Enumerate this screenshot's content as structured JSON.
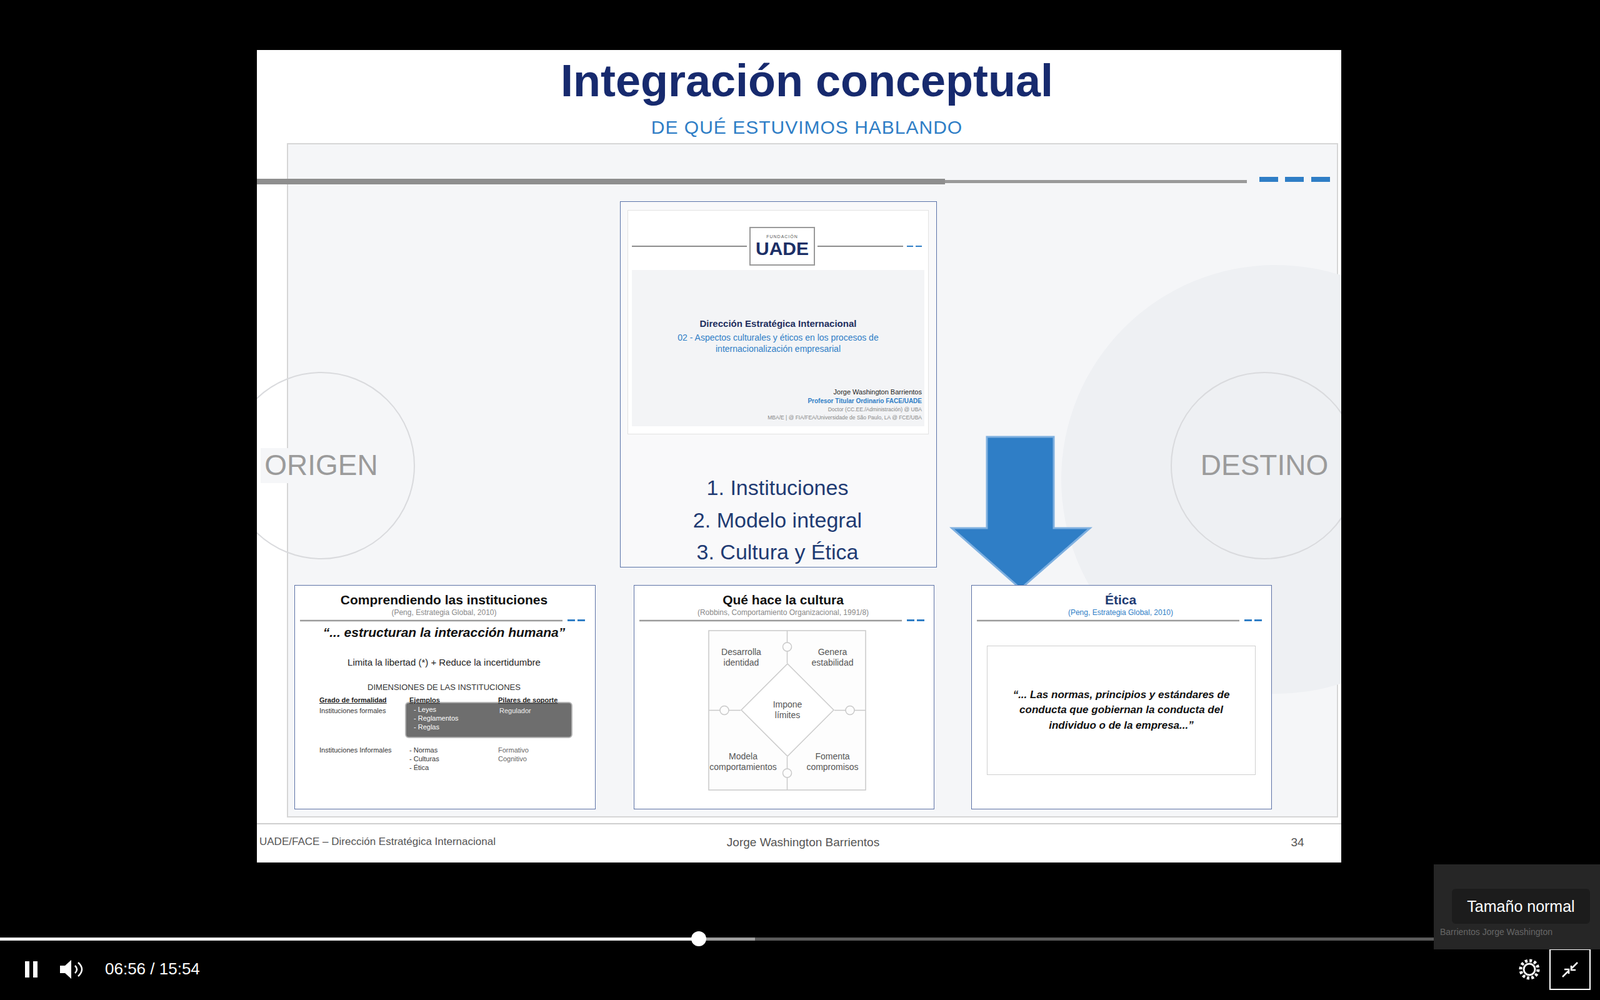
{
  "diagram": {
    "title": "Integración conceptual",
    "nodes": [
      {
        "text": [
          "ORIGEN"
        ]
      },
      {
        "text": [
          "1. Instituciones",
          "2. Modelo integral",
          "3. Cultura y Ética"
        ]
      },
      {
        "text": [
          "Dirección Estratégica Internacional",
          "02 - Aspectos culturales y éticos en los procesos de internacionalización empresarial",
          "Jorge Washington Barrientos",
          "Profesor Titular Ordinario FACE/UADE",
          "Doctor (CC.EE./Administración) @ UBA",
          "MBA/E | @ FIA/FEA/Universidade de São Paulo, LA @ FCE/UBA"
        ],
        "in": 1
      },
      {
        "text": [
          "FUNDACIÓN",
          "UADE"
        ],
        "in": 2
      },
      {
        "text": [
          "DESTINO"
        ]
      },
      {
        "text": [
          "Comprendiendo las instituciones",
          "(Peng, Estrategia Global, 2010)",
          "“... estructuran la interacción humana”",
          "Limita la libertad (*) + Reduce la incertidumbre",
          "DIMENSIONES DE LAS INSTITUCIONES",
          "Grado de formalidad",
          "Ejemplos",
          "Pilares de soporte",
          "Instituciones formales",
          "Instituciones Informales",
          "- Normas",
          "- Culturas",
          "- Ética",
          "Formativo",
          "Cognitivo"
        ]
      },
      {
        "text": [
          "- Leyes",
          "- Reglamentos",
          "- Reglas",
          "Regulador"
        ],
        "in": 5
      },
      {
        "text": [
          "Qué hace la cultura",
          "(Robbins, Comportamiento Organizacional, 1991/8)"
        ]
      },
      {
        "text": [
          "Desarrolla identidad"
        ],
        "in": 7
      },
      {
        "text": [
          "Genera estabilidad"
        ],
        "in": 7
      },
      {
        "text": [
          "Impone límites"
        ],
        "in": 7
      },
      {
        "text": [
          "Modela comportamientos"
        ],
        "in": 7
      },
      {
        "text": [
          "Fomenta compromisos"
        ],
        "in": 7
      },
      {
        "text": [
          "Ética",
          "(Peng, Estrategia Global, 2010)"
        ]
      },
      {
        "text": [
          "“... Las normas, principios y estándares de conducta que gobiernan la conducta del individuo o de la empresa...”"
        ],
        "in": 13
      },
      {
        "text": [
          "Barrientos Jorge Washington"
        ]
      },
      {
        "text": [
          "Tamaño normal"
        ]
      }
    ],
    "labels": [
      "DE QUÉ ESTUVIMOS HABLANDO",
      "UADE/FACE – Dirección Estratégica Internacional",
      "Jorge Washington Barrientos",
      "34",
      "06:56 / 15:54"
    ]
  }
}
